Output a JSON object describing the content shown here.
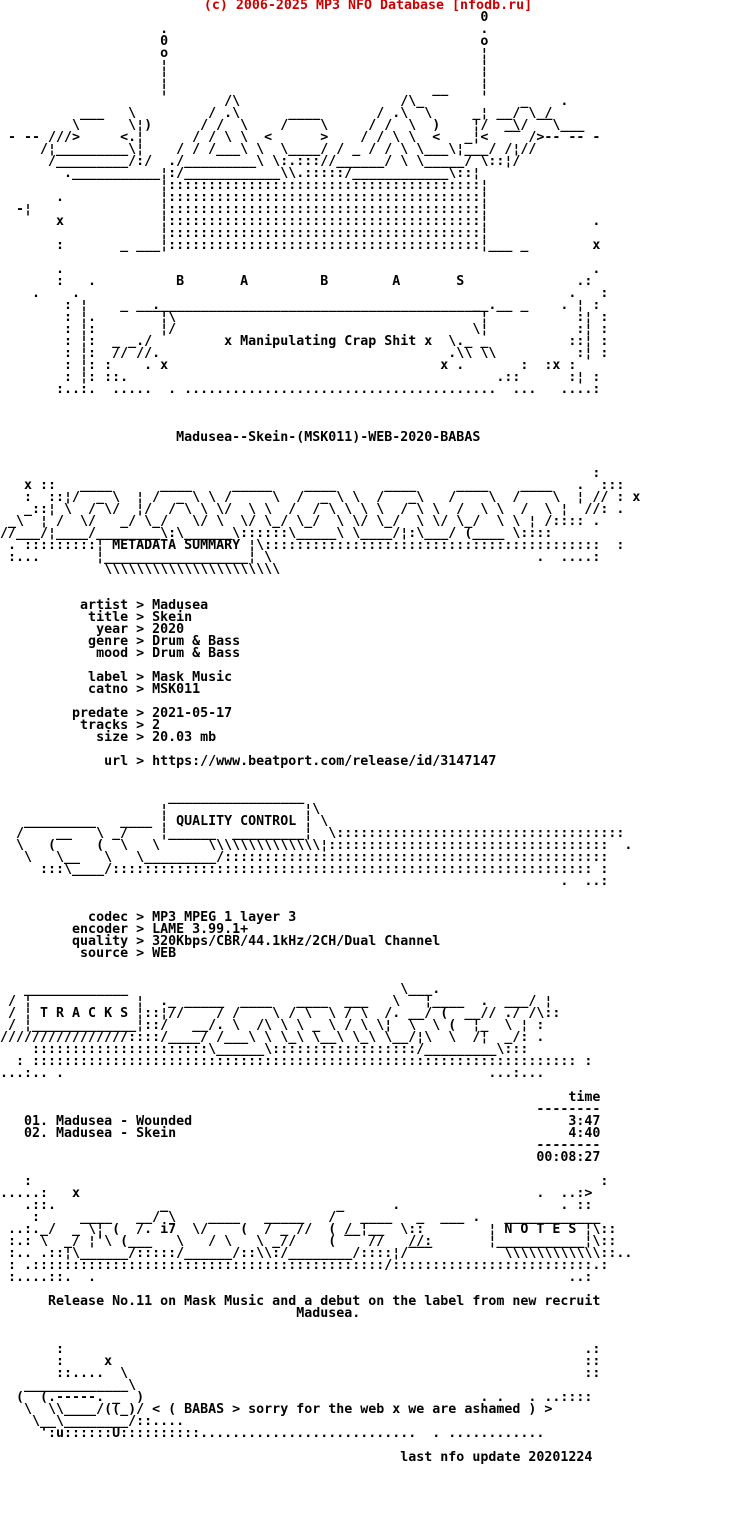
{
  "site_credit": "(c) 2006-2025 MP3 NFO Database [nfodb.ru]",
  "release_name": "Madusea--Skein-(MSK011)-WEB-2020-BABAS",
  "group": {
    "name": "BABAS",
    "slogan": "x Manipulating Crap Shit x",
    "letters": "B A B A S"
  },
  "sections": {
    "metadata_title": "METADATA SUMMARY",
    "quality_title": "QUALITY CONTROL",
    "tracks_title": "T R A C K S",
    "notes_title": "N O T E S"
  },
  "metadata": {
    "artist": "Madusea",
    "title": "Skein",
    "year": "2020",
    "genre": "Drum & Bass",
    "mood": "Drum & Bass",
    "label": "Mask Music",
    "catno": "MSK011",
    "predate": "2021-05-17",
    "tracks": "2",
    "size": "20.03 mb",
    "url": "https://www.beatport.com/release/id/3147147"
  },
  "quality": {
    "codec": "MP3 MPEG 1 layer 3",
    "encoder": "LAME 3.99.1+",
    "quality": "320Kbps/CBR/44.1kHz/2CH/Dual Channel",
    "source": "WEB"
  },
  "tracklist": {
    "time_header": "time",
    "tracks": [
      {
        "num": "01",
        "title": "Madusea - Wounded",
        "time": "3:47"
      },
      {
        "num": "02",
        "title": "Madusea - Skein",
        "time": "4:40"
      }
    ],
    "total_time": "00:08:27"
  },
  "notes_text": "Release No.11 on Mask Music and a debut on the label from new recruit Madusea.",
  "footer": {
    "message": "< ( BABAS > sorry for the web x we are ashamed ) >",
    "last_update": "last nfo update 20201224"
  },
  "colors": {
    "credit_red": "#cc0000",
    "text": "#000000",
    "background": "#ffffff"
  },
  "nfo_lines": [
    "                                                            0",
    "                    .                                       .",
    "                    0                                       o",
    "                    o                                       ¦",
    "                    ¦                                       ¦",
    "                    ¦                                       ¦",
    "                    ¦                                       ¦",
    "                            /\\                    /\\  ‾‾              .",
    "          ___   \\         / .\\      ____       / .\\ ‾\\     _¦ __/‾\\ /",
    "         \\      \\¦)      / /  \\    /    \\     / /  \\  )    ¦/   \\/ ‾‾\\___",
    " - -- ///>     <.¦      / / \\ \\  <      >    / / \\ \\  <   _¦<  ‾‾ />-- -- -",
    "     /¦_________\\¦    / / /___\\ \\  \\____/ / _ / / \\ \\___\\¦___/ /¦//",
    "      /_________/:/  ./_________\\ \\:.::://______/ \\ \\_____/ \\::¦/",
    "        .___________¦:/____________\\\\.:::::/____________\\::¦",
    "                    ¦:::::::::::::::::::::::::::::::::::::::¦",
    "       .            ¦:::::::::::::::::::::::::::::::::::::::¦",
    "  -¦                ¦:::::::::::::::::::::::::::::::::::::::¦",
    "       x            ¦:::::::::::::::::::::::::::::::::::::::¦             .",
    "                    ¦:::::::::::::::::::::::::::::::::::::::¦",
    "       :       _ ___¦:::::::::::::::::::::::::::::::::::::::¦___ _        x",
    "",
    "       .                                                                  .",
    "       :   .          B       A         B        A       S              .:",
    "    .    .                                                             .   :",
    "        : ¦    _ __._________________________________________.__ _    . ¦ :",
    "        : ¦.       ‾¦\\                                     ‾¦           :¦ :",
    "        : ¦:        ¦/                                     \\¦           :¦ :",
    "        : ¦:  _ _./         x Manipulating Crap Shit x  \\._ _          ::¦ :",
    "        : ¦:  // //.                                    .\\\\ \\\\          :¦ :",
    "        : ¦: :    . x                                  x .       :  :x :",
    "        : ¦: ::.                                              .::      :¦ :",
    "       :..:.  .....  . .......................................  ...   ....:",
    "",
    "",
    "",
    "                      Madusea--Skein-(MSK011)-WEB-2020-BABAS",
    "",
    "",
    "                                                                          :",
    "   x ::   ____      ____     _____    ____      ____     ____    ____   .  :::",
    "   :  ::¦/    \\  ¦ /    \\ \\ /     \\  /    \\ \\  /    \\   /    \\  /    \\  ¦ // : x",
    "   _::¦ \\  /‾\\/  ¦/  /‾\\ \\ \\/  \\ \\  /  /‾\\ \\ \\ \\  /‾\\ \\  /  \\ \\  /  \\ ¦  //: .",
    " _\\  ¦ /  \\/   _/ \\_/   \\/ \\  \\/ \\_/ \\_/  \\ \\/ \\_/  \\ \\/ \\_/  \\ \\ ¦ /:::: .",
    "//___/¦____/________\\:\\______\\::::::\\_____\\ \\____/¦:\\___/ (____ \\::::",
    " . :::::::::¦ METADATA SUMMARY ¦\\::::::::::::::::::::::::::::::::::::::::::  :",
    " :...       ¦__________________¦ \\                                 .  ....:",
    "             \\\\\\\\\\\\\\\\\\\\\\\\\\\\\\\\\\\\\\\\\\\\",
    "",
    "",
    "          artist > Madusea",
    "           title > Skein",
    "            year > 2020",
    "           genre > Drum & Bass",
    "            mood > Drum & Bass",
    "",
    "           label > Mask Music",
    "           catno > MSK011",
    "",
    "         predate > 2021-05-17",
    "          tracks > 2",
    "            size > 20.03 mb",
    "",
    "             url > https://www.beatport.com/release/id/3147147",
    "",
    "",
    "                     _________________",
    "                    ¦                 ¦\\",
    "   _________   ____ ¦ QUALITY CONTROL ¦ \\",
    "  /    _    \\  /    ¦______  _________¦  \\::::::::::::::::::::::::::::::::::::",
    "  \\   ( ‾   ( ‾\\   \\      \\\\\\\\\\\\\\\\\\\\\\\\\\\\¦:::::::::::::::::::::::::::::::::::  .",
    "   \\   \\__   \\   \\_________/::::::::::::::::::::::::::::::::::::::::::::::::",
    "     :::\\____/:::::::::::::::::::::::::::::::::::::::::::::::::::::::::::: :",
    "                                                                      .  ..:",
    "",
    "",
    "           codec > MP3 MPEG 1 layer 3",
    "         encoder > LAME 3.99.1+",
    "         quality > 320Kbps/CBR/44.1kHz/2CH/Dual Channel",
    "          source > WEB",
    "",
    "",
    "   _____________                                  \\___.",
    " / ¦             ¦  ._ _____  ____   ____  ___   \\   ¦____  .  ___/ ¦",
    " / ¦ T R A C K S ¦::¦//    / /    \\ / \\  \\ / \\  /. __/ (  __// ./ /\\::",
    " / ¦_____________¦::/   __/. \\  /\\ \\ \\ _ \\ / \\ \\¦  \\  \\ (  ¦_  \\ ¦ :",
    "////////////////::::/____/ /___\\ \\ \\_\\ \\__\\ \\_\\ \\__/¦\\  \\  /¦  _/: .",
    "    ::::::::::::::::::::::\\______\\::::::::::::::::::/_________\\:::",
    "  : :::::::::::::::::::::::::::::::::::::::::::::::::::::::::::::::::::: :",
    "...:.. .                                                     ...:...",
    "",
    "                                                                       time",
    "                                                                   --------",
    "   01. Madusea - Wounded                                               3:47",
    "   02. Madusea - Skein                                                 4:40",
    "                                                                   --------",
    "                                                                   00:08:27",
    "",
    "   :                                                                       :",
    ".....:   x                                                         .  ..:>",
    "   .::.             _                            .                    . ::",
    "    :     ____   __/‾\\    ____   _____   /‾  ____   _  ___ .   ____________",
    " ..:._/  _ \\¦ (  /. i7  \\/    (  / _ //  ( /_¦__  \\::        ¦ N O T E S ¦\\::",
    " :.: \\  _/ ¦'\\ (___   \\   / \\   \\ _//    ( ‾  //   //:       ¦___________¦\\::",
    " :.. .::¦\\______/:::::/______/::\\\\:/________/::::¦/‾‾‾         \\\\\\\\\\\\\\\\\\\\\\\\::..",
    " : .::::::::::::::::::::::::::::::::::::::::::::/:::::::::::::::::::::::::.:",
    " :....::.  .                                                           ..:",
    "",
    "      Release No.11 on Mask Music and a debut on the label from new recruit",
    "                                     Madusea.",
    "",
    "",
    "       :                                                                 .:",
    "       :     x                                                           ::",
    "       ::....  \\                                                         ::",
    "   _____________\\",
    "  (  (.-----. _  )                                          . .   . ..::::",
    "   \\  \\\\____/((_)/ < ( BABAS > sorry for the web x we are ashamed ) >",
    "    \\__\\________/::....",
    "     ':u::::::U::::::::::...........................  . ............",
    "",
    "                                                  last nfo update 20201224",
    "",
    "",
    "",
    "",
    ""
  ]
}
